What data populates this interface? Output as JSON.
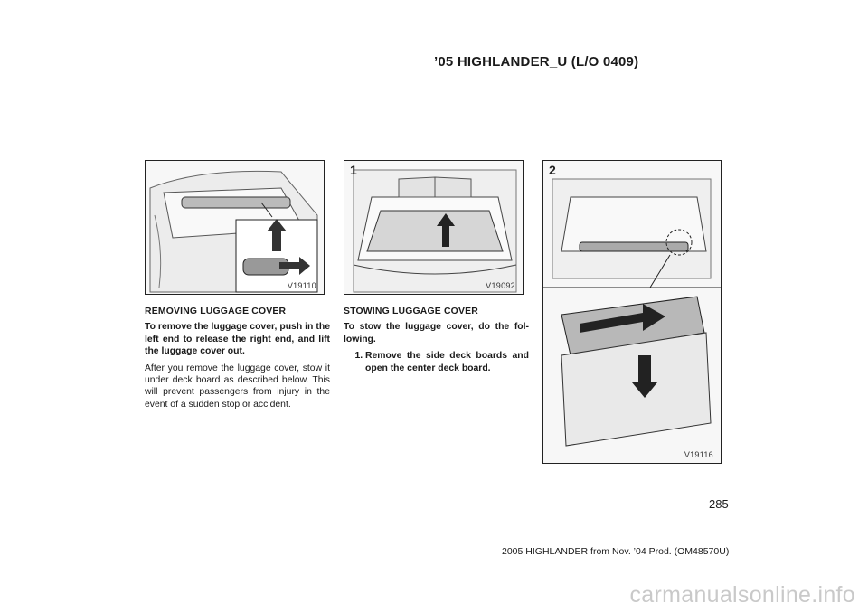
{
  "header": {
    "title": "’05 HIGHLANDER_U (L/O 0409)"
  },
  "figures": [
    {
      "code": "V19110",
      "number": ""
    },
    {
      "code": "V19092",
      "number": "1"
    },
    {
      "code": "V19116",
      "number": "2"
    }
  ],
  "section_left": {
    "heading": "REMOVING LUGGAGE COVER",
    "instruction": "To remove the luggage cover, push in the left end to release the right end, and lift the luggage cover out.",
    "body": "After you remove the luggage cover, stow it under deck board as described below. This will prevent passengers from injury in the event of a sudden stop or accident."
  },
  "section_middle": {
    "heading": "STOWING LUGGAGE COVER",
    "intro": "To stow the luggage cover, do the fol- lowing.",
    "steps": [
      "Remove the side deck boards and open the center deck board."
    ]
  },
  "page_number": "285",
  "footer": {
    "text": "2005 HIGHLANDER from Nov. ’04 Prod. (OM48570U)"
  },
  "watermark": {
    "text": "carmanualsonline.info"
  }
}
